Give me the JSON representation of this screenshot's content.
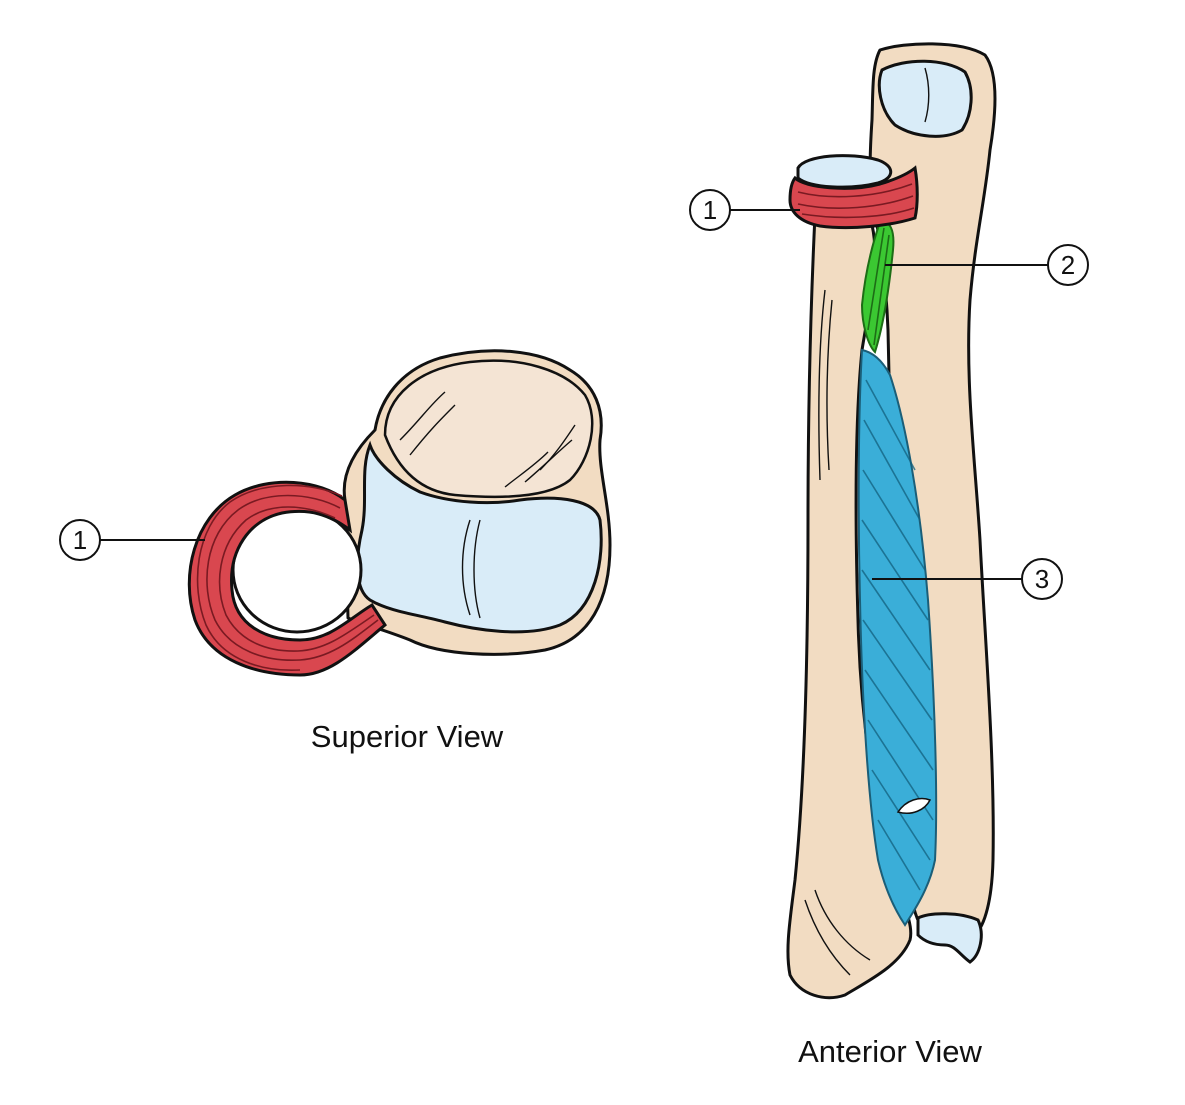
{
  "figure": {
    "superior_view": {
      "caption": "Superior View",
      "callouts": [
        {
          "number": "1"
        }
      ]
    },
    "anterior_view": {
      "caption": "Anterior View",
      "callouts": [
        {
          "number": "1"
        },
        {
          "number": "2"
        },
        {
          "number": "3"
        }
      ]
    }
  },
  "colors": {
    "bone": "#f2dcc2",
    "cartilage": "#d9ecf8",
    "annular_ligament": "#d9474f",
    "oblique_cord": "#3bc832",
    "interosseous_membrane": "#3aaed8",
    "outline": "#111111"
  }
}
